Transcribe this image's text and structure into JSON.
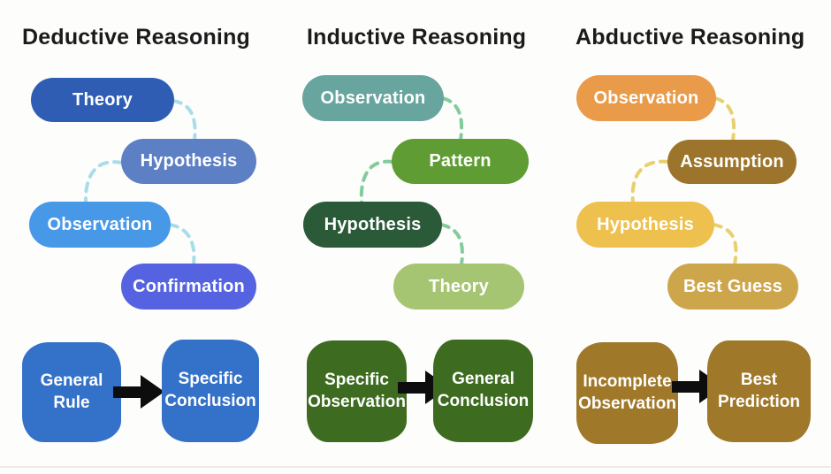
{
  "page": {
    "background_color": "#fdfdfc",
    "arrow_color": "#0d0d0d"
  },
  "columns": [
    {
      "title": "Deductive Reasoning",
      "connector_color": "#a8dde8",
      "cascade": [
        {
          "label": "Theory",
          "color": "#2e5db3"
        },
        {
          "label": "Hypothesis",
          "color": "#5d80c4"
        },
        {
          "label": "Observation",
          "color": "#4799e8"
        },
        {
          "label": "Confirmation",
          "color": "#5563e0"
        }
      ],
      "flow": {
        "from": "General Rule",
        "to": "Specific Conclusion",
        "box_color": "#3471c8"
      }
    },
    {
      "title": "Inductive Reasoning",
      "connector_color": "#82cb9b",
      "cascade": [
        {
          "label": "Observation",
          "color": "#68a59e"
        },
        {
          "label": "Pattern",
          "color": "#5f9d34"
        },
        {
          "label": "Hypothesis",
          "color": "#2b5a39"
        },
        {
          "label": "Theory",
          "color": "#a6c572"
        }
      ],
      "flow": {
        "from": "Specific Observation",
        "to": "General Conclusion",
        "box_color": "#3d6b20"
      }
    },
    {
      "title": "Abductive Reasoning",
      "connector_color": "#e8d06e",
      "cascade": [
        {
          "label": "Observation",
          "color": "#e99b4a"
        },
        {
          "label": "Assumption",
          "color": "#9d742c"
        },
        {
          "label": "Hypothesis",
          "color": "#eec14f"
        },
        {
          "label": "Best Guess",
          "color": "#cda64c"
        }
      ],
      "flow": {
        "from": "Incomplete Observation",
        "to": "Best Prediction",
        "box_color": "#a0782a"
      }
    }
  ]
}
